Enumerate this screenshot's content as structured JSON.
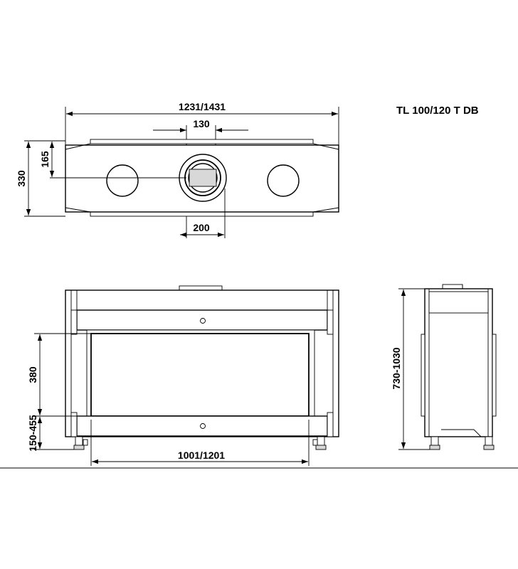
{
  "title": "TL 100/120 T DB",
  "dimensions": {
    "top_width": "1231/1431",
    "flue_outer": "130",
    "depth": "330",
    "half_depth": "165",
    "flue_diameter": "200",
    "glass_height": "380",
    "leg_height": "150-455",
    "glass_width": "1001/1201",
    "total_height": "730-1030"
  }
}
